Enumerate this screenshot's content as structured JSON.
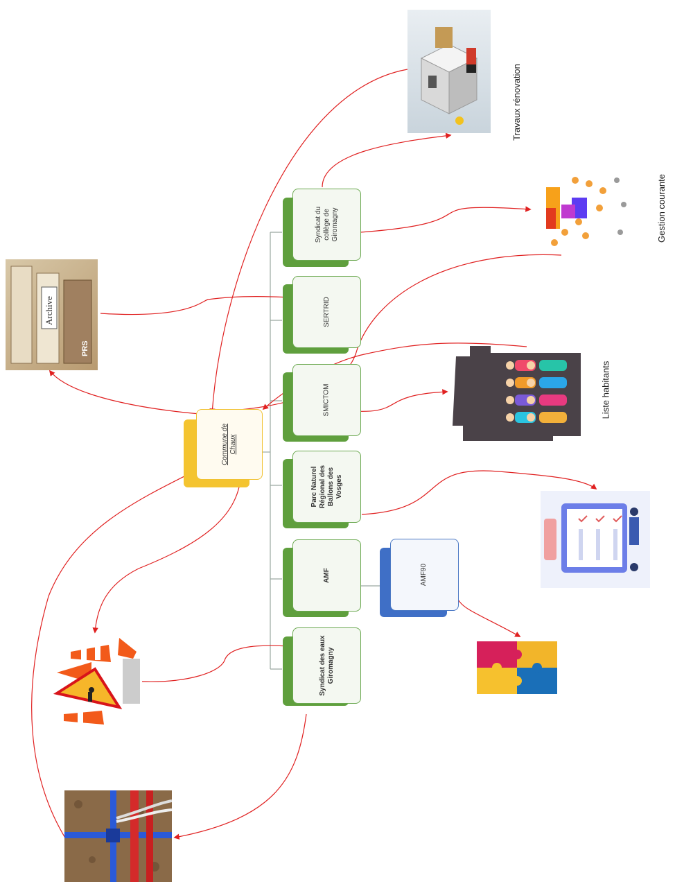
{
  "root": {
    "label": "Commune de Chaux"
  },
  "orgs": [
    {
      "id": "syndicat-college",
      "label": "Syndicat du collège de Giromagny"
    },
    {
      "id": "sertrid",
      "label": "SERTRID"
    },
    {
      "id": "smictom",
      "label": "SMICTOM"
    },
    {
      "id": "parc",
      "label": "Parc Naturel Régional des Ballons des Vosges"
    },
    {
      "id": "amf",
      "label": "AMF"
    },
    {
      "id": "syndicat-eaux",
      "label": "Syndicat des eaux Giromagny"
    }
  ],
  "sub_org": {
    "label": "AMF90"
  },
  "captions": {
    "travaux": "Travaux rénovation",
    "gestion": "Gestion courante",
    "habitants": "Liste habitants"
  },
  "colors": {
    "green": "#6aa84f",
    "yellow": "#f1c232",
    "blue": "#4a78c4",
    "arrow": "#e02020"
  },
  "icons": [
    "archive-drawer-icon",
    "office-building-icon",
    "team-chart-icon",
    "crowd-icon",
    "checklist-icon",
    "puzzle-icon",
    "roadwork-cones-icon",
    "pipes-photo-icon"
  ]
}
